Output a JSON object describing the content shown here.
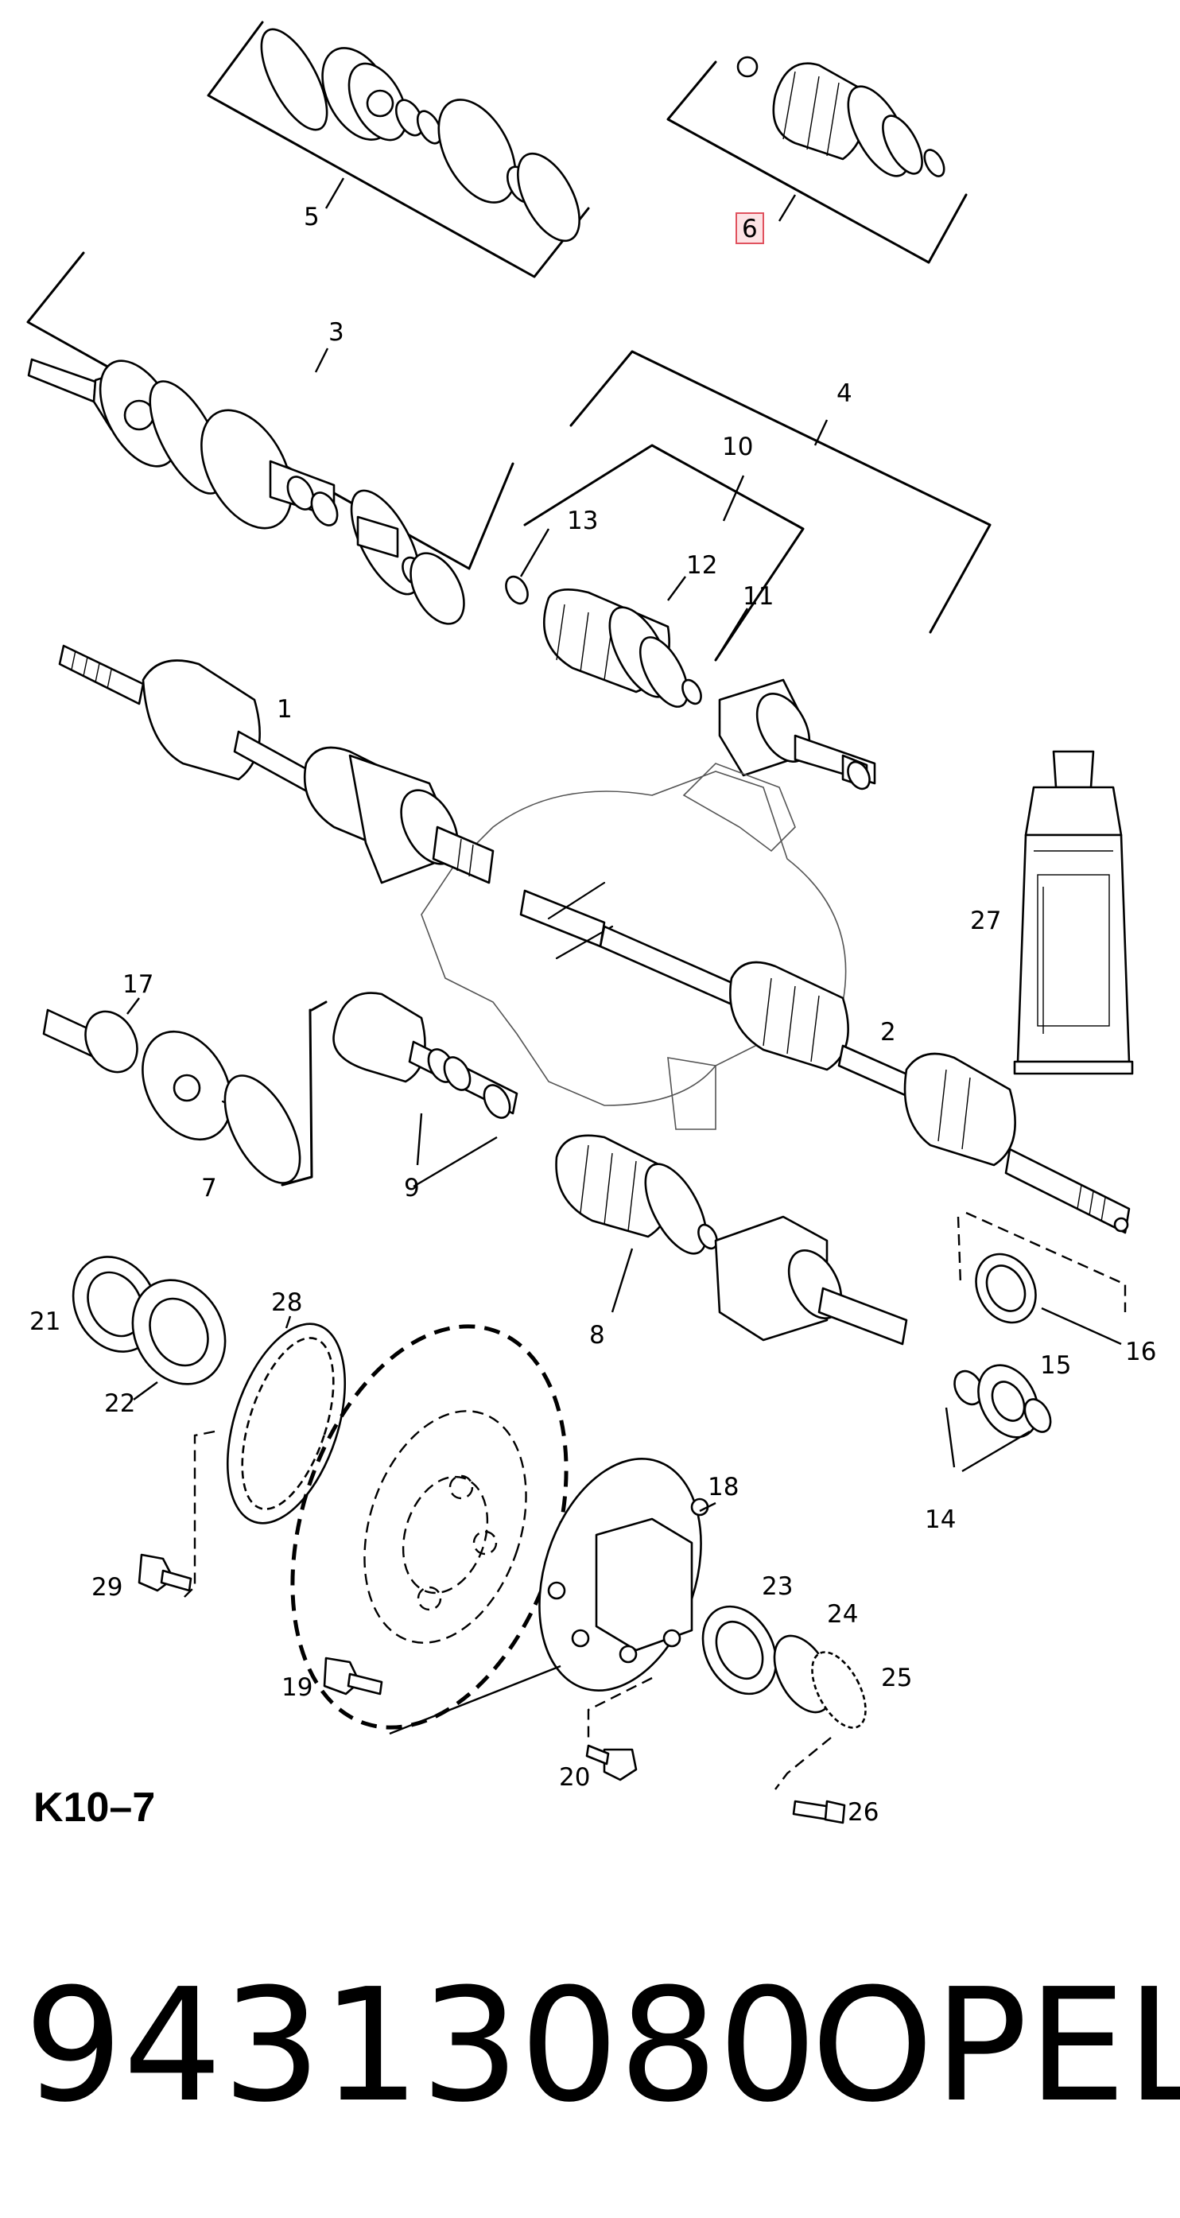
{
  "diagram": {
    "code": "K10–7",
    "part_number": "94313080",
    "brand": "OPEL",
    "highlighted_callout": "6",
    "colors": {
      "line": "#000000",
      "highlight_fill": "#fde3e5",
      "highlight_stroke": "#e0525e"
    },
    "callouts": [
      "1",
      "2",
      "3",
      "4",
      "5",
      "6",
      "7",
      "8",
      "9",
      "10",
      "11",
      "12",
      "13",
      "14",
      "15",
      "16",
      "17",
      "18",
      "19",
      "20",
      "21",
      "22",
      "23",
      "24",
      "25",
      "26",
      "27",
      "28",
      "29"
    ]
  }
}
